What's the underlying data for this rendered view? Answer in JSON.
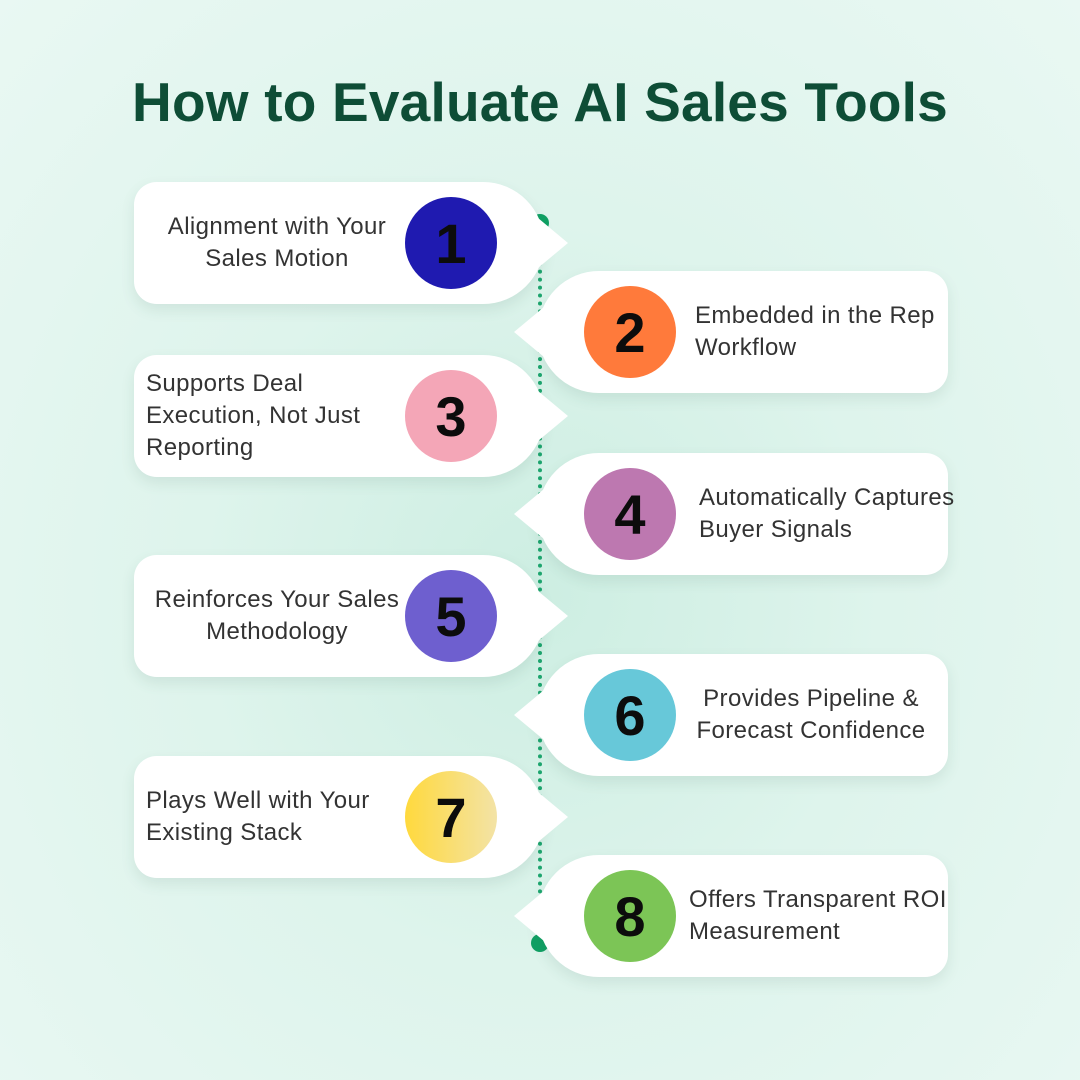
{
  "title": "How to Evaluate AI Sales Tools",
  "colors": {
    "title": "#0e4d36",
    "timeline": "#1da56e",
    "card": "#ffffff"
  },
  "items": [
    {
      "number": "1",
      "label": "Alignment with Your Sales Motion",
      "color": "#1f1ab0",
      "side": "left"
    },
    {
      "number": "2",
      "label": "Embedded in the Rep Workflow",
      "color": "#ff7a3b",
      "side": "right"
    },
    {
      "number": "3",
      "label": "Supports Deal Execution, Not Just Reporting",
      "color": "#f4a6b7",
      "side": "left"
    },
    {
      "number": "4",
      "label": "Automatically Captures Buyer Signals",
      "color": "#bd78b0",
      "side": "right"
    },
    {
      "number": "5",
      "label": "Reinforces Your Sales Methodology",
      "color": "#6e5fcf",
      "side": "left"
    },
    {
      "number": "6",
      "label": "Provides Pipeline & Forecast Confidence",
      "color": "#67c8d9",
      "side": "right"
    },
    {
      "number": "7",
      "label": "Plays Well with Your Existing Stack",
      "color": "#ffd93d",
      "side": "left"
    },
    {
      "number": "8",
      "label": "Offers Transparent ROI Measurement",
      "color": "#7cc556",
      "side": "right"
    }
  ]
}
